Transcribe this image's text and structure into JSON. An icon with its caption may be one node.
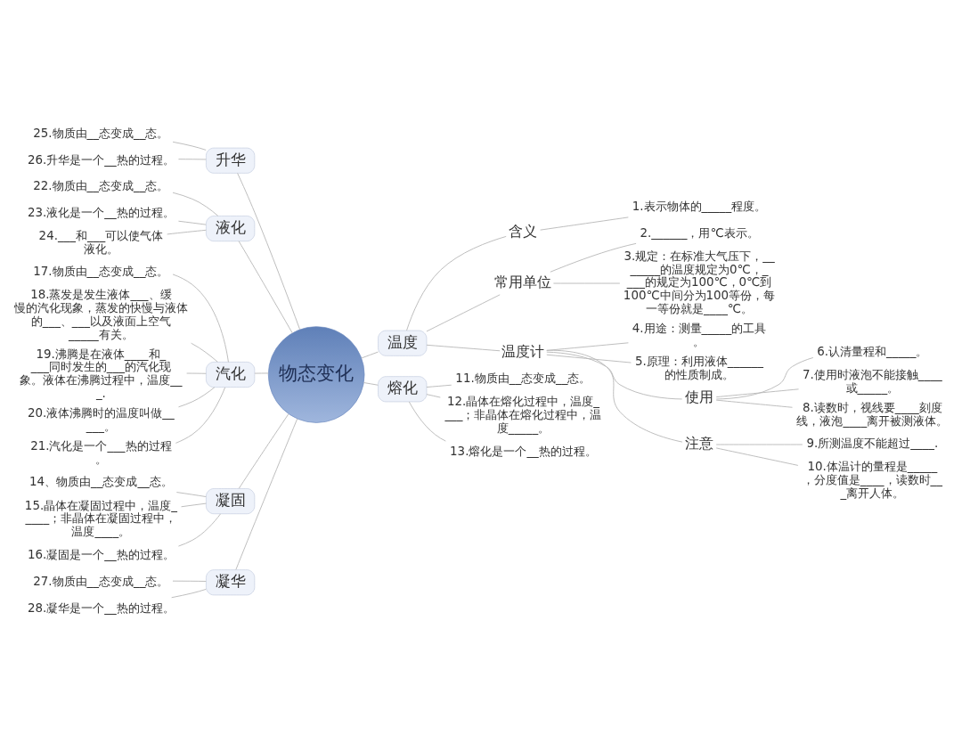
{
  "diagram": {
    "nodes": [
      {
        "text": [
          "物态变化"
        ]
      },
      {
        "text": [
          "温度"
        ]
      },
      {
        "text": [
          "含义"
        ]
      },
      {
        "text": [
          "1.表示物体的_____程度。"
        ]
      },
      {
        "text": [
          "常用单位"
        ]
      },
      {
        "text": [
          "2.______，用℃表示。"
        ]
      },
      {
        "text": [
          "3.规定：在标准大气压下，_______的温度规定为0℃，____的规定为100℃，0℃到100℃中间分为100等份，每一等份就是____℃。"
        ]
      },
      {
        "text": [
          "温度计"
        ]
      },
      {
        "text": [
          "4.用途：测量_____的工具。"
        ]
      },
      {
        "text": [
          "5.原理：利用液体______的性质制成。"
        ]
      },
      {
        "text": [
          "使用"
        ]
      },
      {
        "text": [
          "6.认清量程和_____。"
        ]
      },
      {
        "text": [
          "7.使用时液泡不能接触____或_____。"
        ]
      },
      {
        "text": [
          "8.读数时，视线要____刻度线，液泡____离开被测液体。"
        ]
      },
      {
        "text": [
          "注意"
        ]
      },
      {
        "text": [
          "9.所测温度不能超过____."
        ]
      },
      {
        "text": [
          "10.体温计的量程是_____，分度值是____，读数时___离开人体。"
        ]
      },
      {
        "text": [
          "熔化"
        ]
      },
      {
        "text": [
          "11.物质由__态变成__态。"
        ]
      },
      {
        "text": [
          "12.晶体在熔化过程中，温度____；非晶体在熔化过程中，温度_____。"
        ]
      },
      {
        "text": [
          "13.熔化是一个__热的过程。"
        ]
      },
      {
        "text": [
          "凝固"
        ]
      },
      {
        "text": [
          "14、物质由__态变成__态。"
        ]
      },
      {
        "text": [
          "15.晶体在凝固过程中，温度_____；非晶体在凝固过程中，温度____。"
        ]
      },
      {
        "text": [
          "16.凝固是一个__热的过程。"
        ]
      },
      {
        "text": [
          "汽化"
        ]
      },
      {
        "text": [
          "17.物质由__态变成__态。"
        ]
      },
      {
        "text": [
          "18.蒸发是发生液体___、缓慢的汽化现象，蒸发的快慢与液体的___、___以及液面上空气_____有关。"
        ]
      },
      {
        "text": [
          "19.沸腾是在液体____和____同时发生的___的汽化现象。液体在沸腾过程中，温度___."
        ]
      },
      {
        "text": [
          "20.液体沸腾时的温度叫做_____。"
        ]
      },
      {
        "text": [
          "21.汽化是一个___热的过程。"
        ]
      },
      {
        "text": [
          "液化"
        ]
      },
      {
        "text": [
          "22.物质由__态变成__态。"
        ]
      },
      {
        "text": [
          "23.液化是一个__热的过程。"
        ]
      },
      {
        "text": [
          "24.___和___可以使气体液化。"
        ]
      },
      {
        "text": [
          "升华"
        ]
      },
      {
        "text": [
          "25.物质由__态变成__态。"
        ]
      },
      {
        "text": [
          "26.升华是一个__热的过程。"
        ]
      },
      {
        "text": [
          "凝华"
        ]
      },
      {
        "text": [
          "27.物质由__态变成__态。"
        ]
      },
      {
        "text": [
          "28.凝华是一个__热的过程。"
        ]
      }
    ],
    "edges": [
      {
        "from": 0,
        "to": 1,
        "arrow": "none"
      },
      {
        "from": 1,
        "to": 2,
        "arrow": "none"
      },
      {
        "from": 2,
        "to": 3,
        "arrow": "none"
      },
      {
        "from": 1,
        "to": 4,
        "arrow": "none"
      },
      {
        "from": 4,
        "to": 5,
        "arrow": "none"
      },
      {
        "from": 4,
        "to": 6,
        "arrow": "none"
      },
      {
        "from": 1,
        "to": 7,
        "arrow": "none"
      },
      {
        "from": 7,
        "to": 8,
        "arrow": "none"
      },
      {
        "from": 7,
        "to": 9,
        "arrow": "none"
      },
      {
        "from": 7,
        "to": 10,
        "arrow": "none"
      },
      {
        "from": 10,
        "to": 11,
        "arrow": "none"
      },
      {
        "from": 10,
        "to": 12,
        "arrow": "none"
      },
      {
        "from": 10,
        "to": 13,
        "arrow": "none"
      },
      {
        "from": 7,
        "to": 14,
        "arrow": "none"
      },
      {
        "from": 14,
        "to": 15,
        "arrow": "none"
      },
      {
        "from": 14,
        "to": 16,
        "arrow": "none"
      },
      {
        "from": 0,
        "to": 17,
        "arrow": "none"
      },
      {
        "from": 17,
        "to": 18,
        "arrow": "none"
      },
      {
        "from": 17,
        "to": 19,
        "arrow": "none"
      },
      {
        "from": 17,
        "to": 20,
        "arrow": "none"
      },
      {
        "from": 0,
        "to": 21,
        "arrow": "none"
      },
      {
        "from": 21,
        "to": 22,
        "arrow": "none"
      },
      {
        "from": 21,
        "to": 23,
        "arrow": "none"
      },
      {
        "from": 21,
        "to": 24,
        "arrow": "none"
      },
      {
        "from": 0,
        "to": 25,
        "arrow": "none"
      },
      {
        "from": 25,
        "to": 26,
        "arrow": "none"
      },
      {
        "from": 25,
        "to": 27,
        "arrow": "none"
      },
      {
        "from": 25,
        "to": 28,
        "arrow": "none"
      },
      {
        "from": 25,
        "to": 29,
        "arrow": "none"
      },
      {
        "from": 25,
        "to": 30,
        "arrow": "none"
      },
      {
        "from": 0,
        "to": 31,
        "arrow": "none"
      },
      {
        "from": 31,
        "to": 32,
        "arrow": "none"
      },
      {
        "from": 31,
        "to": 33,
        "arrow": "none"
      },
      {
        "from": 31,
        "to": 34,
        "arrow": "none"
      },
      {
        "from": 0,
        "to": 35,
        "arrow": "none"
      },
      {
        "from": 35,
        "to": 36,
        "arrow": "none"
      },
      {
        "from": 35,
        "to": 37,
        "arrow": "none"
      },
      {
        "from": 0,
        "to": 38,
        "arrow": "none"
      },
      {
        "from": 38,
        "to": 39,
        "arrow": "none"
      },
      {
        "from": 38,
        "to": 40,
        "arrow": "none"
      }
    ]
  }
}
